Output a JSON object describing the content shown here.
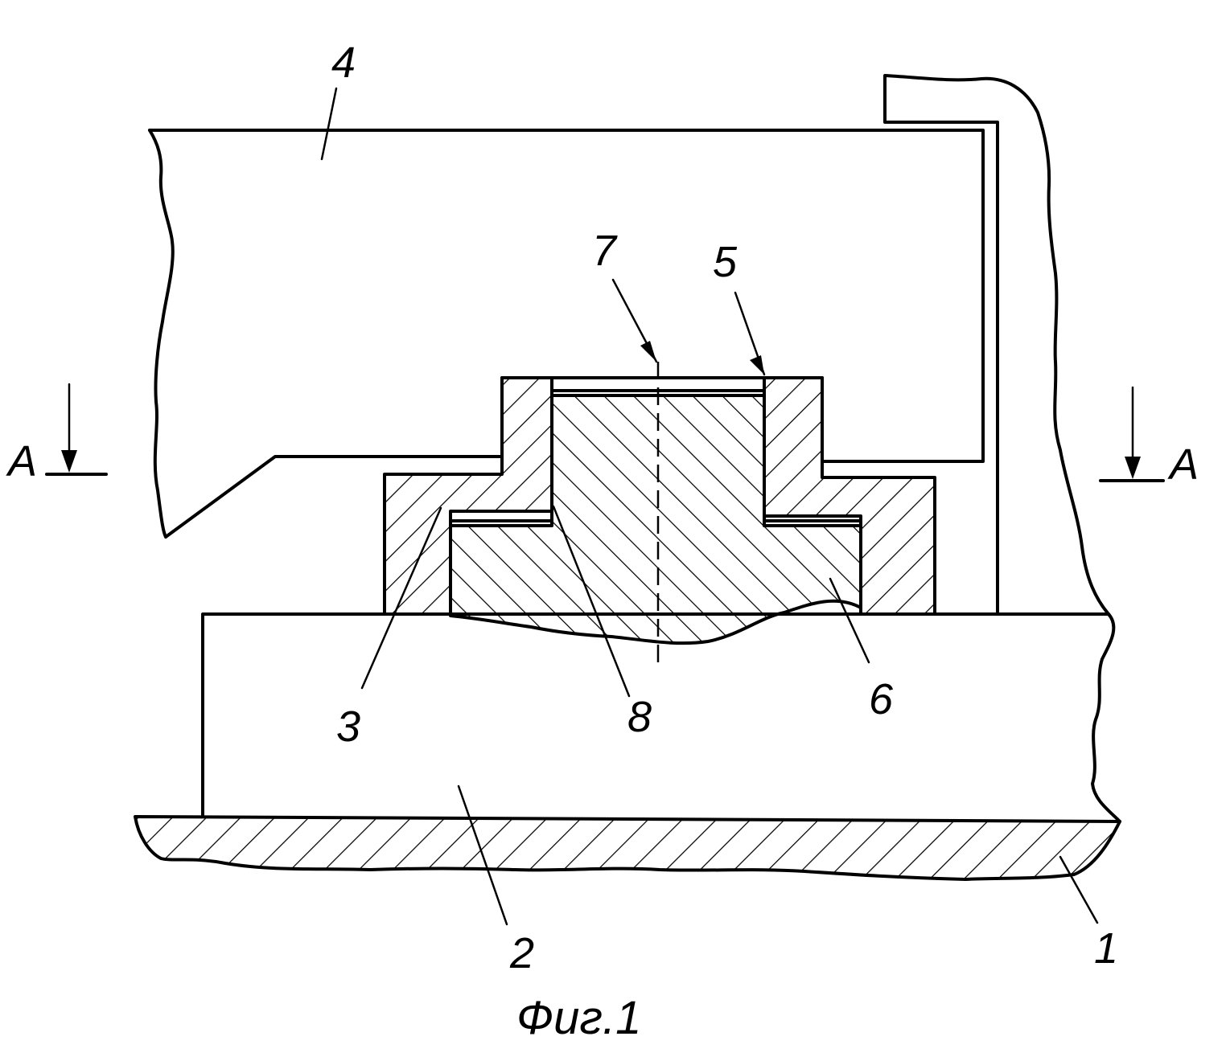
{
  "figure": {
    "caption": "Фиг.1",
    "section_mark": "A",
    "labels": {
      "part_1": "1",
      "part_2": "2",
      "part_3": "3",
      "part_4": "4",
      "part_5": "5",
      "part_6": "6",
      "part_7": "7",
      "part_8": "8"
    }
  }
}
